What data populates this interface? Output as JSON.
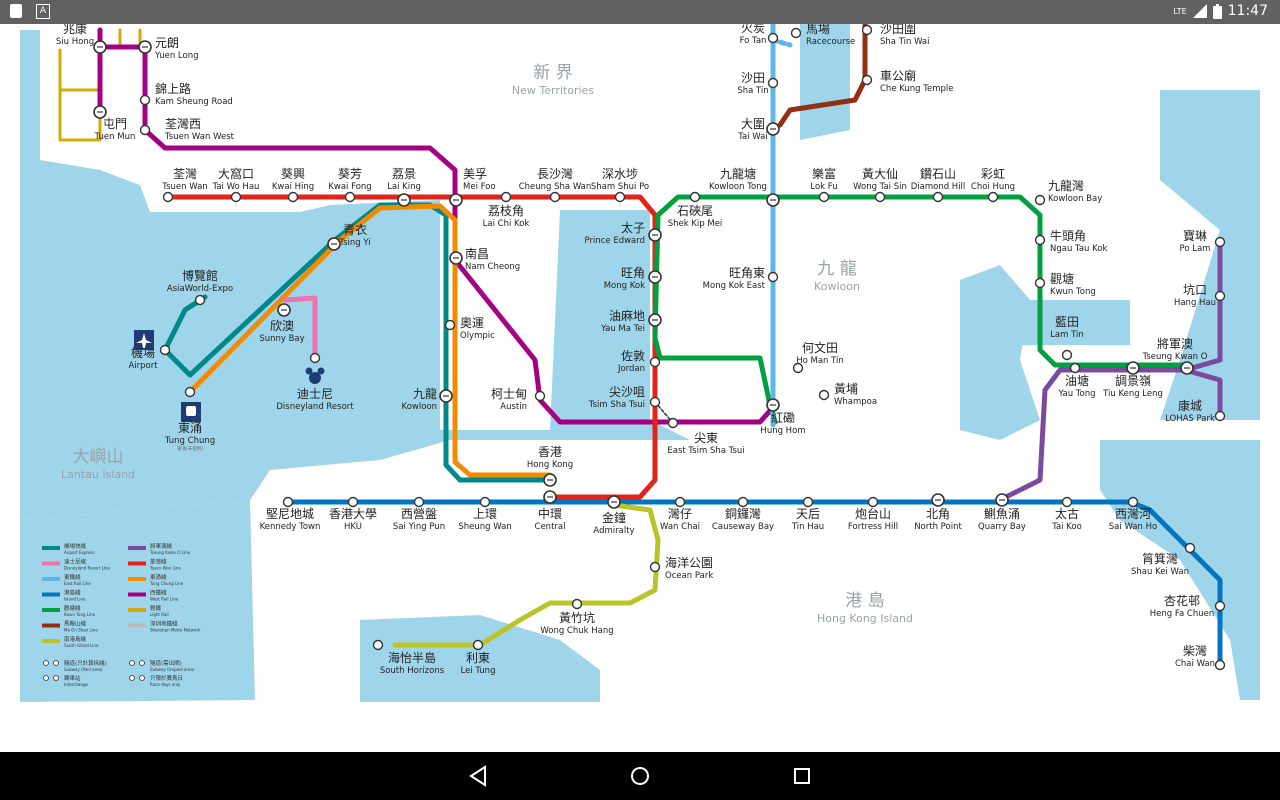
{
  "status_bar": {
    "time": "11:47",
    "network": "LTE"
  },
  "colors": {
    "water": "#9fd5ea",
    "land": "#ffffff",
    "tsuen_wan": "#e2231a",
    "kwun_tong": "#00a040",
    "island": "#0075c2",
    "tsuen_wan_east_rail": "#5eb7e8",
    "tung_chung": "#f38b00",
    "airport": "#00888a",
    "disneyland": "#f173ac",
    "tseung_kwan_o": "#7d499d",
    "south_island": "#bac429",
    "ma_on_shan": "#923011",
    "light_rail": "#d3a809",
    "west_rail": "#a40084"
  },
  "regions": [
    {
      "zh": "新 界",
      "en": "New Territories"
    },
    {
      "zh": "九 龍",
      "en": "Kowloon"
    },
    {
      "zh": "港 島",
      "en": "Hong Kong Island"
    },
    {
      "zh": "大嶼山",
      "en": "Lantau Island"
    }
  ],
  "stations": [
    {
      "zh": "兆康",
      "en": "Siu Hong"
    },
    {
      "zh": "元朗",
      "en": "Yuen Long"
    },
    {
      "zh": "錦上路",
      "en": "Kam Sheung Road"
    },
    {
      "zh": "屯門",
      "en": "Tuen Mun"
    },
    {
      "zh": "荃灣西",
      "en": "Tsuen Wan West"
    },
    {
      "zh": "荃灣",
      "en": "Tsuen Wan"
    },
    {
      "zh": "大窩口",
      "en": "Tai Wo Hau"
    },
    {
      "zh": "葵興",
      "en": "Kwai Hing"
    },
    {
      "zh": "葵芳",
      "en": "Kwai Fong"
    },
    {
      "zh": "荔景",
      "en": "Lai King"
    },
    {
      "zh": "美孚",
      "en": "Mei Foo"
    },
    {
      "zh": "荔枝角",
      "en": "Lai Chi Kok"
    },
    {
      "zh": "長沙灣",
      "en": "Cheung Sha Wan"
    },
    {
      "zh": "深水埗",
      "en": "Sham Shui Po"
    },
    {
      "zh": "太子",
      "en": "Prince Edward"
    },
    {
      "zh": "旺角",
      "en": "Mong Kok"
    },
    {
      "zh": "油麻地",
      "en": "Yau Ma Tei"
    },
    {
      "zh": "佐敦",
      "en": "Jordan"
    },
    {
      "zh": "尖沙咀",
      "en": "Tsim Sha Tsui"
    },
    {
      "zh": "尖東",
      "en": "East Tsim Sha Tsui"
    },
    {
      "zh": "南昌",
      "en": "Nam Cheong"
    },
    {
      "zh": "奧運",
      "en": "Olympic"
    },
    {
      "zh": "九龍",
      "en": "Kowloon"
    },
    {
      "zh": "柯士甸",
      "en": "Austin"
    },
    {
      "zh": "青衣",
      "en": "Tsing Yi"
    },
    {
      "zh": "欣澳",
      "en": "Sunny Bay"
    },
    {
      "zh": "博覽館",
      "en": "AsiaWorld-Expo"
    },
    {
      "zh": "機場",
      "en": "Airport"
    },
    {
      "zh": "東涌",
      "en": "Tung Chung"
    },
    {
      "zh": "迪士尼",
      "en": "Disneyland Resort"
    },
    {
      "zh": "火炭",
      "en": "Fo Tan"
    },
    {
      "zh": "馬場",
      "en": "Racecourse"
    },
    {
      "zh": "沙田",
      "en": "Sha Tin"
    },
    {
      "zh": "大圍",
      "en": "Tai Wai"
    },
    {
      "zh": "沙田圍",
      "en": "Sha Tin Wai"
    },
    {
      "zh": "車公廟",
      "en": "Che Kung Temple"
    },
    {
      "zh": "旺角東",
      "en": "Mong Kok East"
    },
    {
      "zh": "紅磡",
      "en": "Hung Hom"
    },
    {
      "zh": "石硤尾",
      "en": "Shek Kip Mei"
    },
    {
      "zh": "九龍塘",
      "en": "Kowloon Tong"
    },
    {
      "zh": "樂富",
      "en": "Lok Fu"
    },
    {
      "zh": "黃大仙",
      "en": "Wong Tai Sin"
    },
    {
      "zh": "鑽石山",
      "en": "Diamond Hill"
    },
    {
      "zh": "彩虹",
      "en": "Choi Hung"
    },
    {
      "zh": "九龍灣",
      "en": "Kowloon Bay"
    },
    {
      "zh": "牛頭角",
      "en": "Ngau Tau Kok"
    },
    {
      "zh": "觀塘",
      "en": "Kwun Tong"
    },
    {
      "zh": "藍田",
      "en": "Lam Tin"
    },
    {
      "zh": "何文田",
      "en": "Ho Man Tin"
    },
    {
      "zh": "黃埔",
      "en": "Whampoa"
    },
    {
      "zh": "油塘",
      "en": "Yau Tong"
    },
    {
      "zh": "調景嶺",
      "en": "Tiu Keng Leng"
    },
    {
      "zh": "將軍澳",
      "en": "Tseung Kwan O"
    },
    {
      "zh": "寶琳",
      "en": "Po Lam"
    },
    {
      "zh": "坑口",
      "en": "Hang Hau"
    },
    {
      "zh": "康城",
      "en": "LOHAS Park"
    },
    {
      "zh": "香港",
      "en": "Hong Kong"
    },
    {
      "zh": "堅尼地城",
      "en": "Kennedy Town"
    },
    {
      "zh": "香港大學",
      "en": "HKU"
    },
    {
      "zh": "西營盤",
      "en": "Sai Ying Pun"
    },
    {
      "zh": "上環",
      "en": "Sheung Wan"
    },
    {
      "zh": "中環",
      "en": "Central"
    },
    {
      "zh": "金鐘",
      "en": "Admiralty"
    },
    {
      "zh": "灣仔",
      "en": "Wan Chai"
    },
    {
      "zh": "銅鑼灣",
      "en": "Causeway Bay"
    },
    {
      "zh": "天后",
      "en": "Tin Hau"
    },
    {
      "zh": "炮台山",
      "en": "Fortress Hill"
    },
    {
      "zh": "北角",
      "en": "North Point"
    },
    {
      "zh": "鰂魚涌",
      "en": "Quarry Bay"
    },
    {
      "zh": "太古",
      "en": "Tai Koo"
    },
    {
      "zh": "西灣河",
      "en": "Sai Wan Ho"
    },
    {
      "zh": "筲箕灣",
      "en": "Shau Kei Wan"
    },
    {
      "zh": "杏花邨",
      "en": "Heng Fa Chuen"
    },
    {
      "zh": "柴灣",
      "en": "Chai Wan"
    },
    {
      "zh": "海洋公園",
      "en": "Ocean Park"
    },
    {
      "zh": "黃竹坑",
      "en": "Wong Chuk Hang"
    },
    {
      "zh": "利東",
      "en": "Lei Tung"
    },
    {
      "zh": "海怡半島",
      "en": "South Horizons"
    }
  ],
  "legend": [
    {
      "zh": "機場快綫",
      "en": "Airport Express",
      "color": "#00888a"
    },
    {
      "zh": "將軍澳綫",
      "en": "Tseung Kwan O Line",
      "color": "#7d499d"
    },
    {
      "zh": "迪士尼綫",
      "en": "Disneyland Resort Line",
      "color": "#f173ac"
    },
    {
      "zh": "荃灣綫",
      "en": "Tsuen Wan Line",
      "color": "#e2231a"
    },
    {
      "zh": "東鐵綫",
      "en": "East Rail Line",
      "color": "#5eb7e8"
    },
    {
      "zh": "東涌綫",
      "en": "Tung Chung Line",
      "color": "#f38b00"
    },
    {
      "zh": "港島綫",
      "en": "Island Line",
      "color": "#0075c2"
    },
    {
      "zh": "西鐵綫",
      "en": "West Rail Line",
      "color": "#a40084"
    },
    {
      "zh": "觀塘綫",
      "en": "Kwun Tong Line",
      "color": "#00a040"
    },
    {
      "zh": "輕鐵",
      "en": "Light Rail",
      "color": "#d3a809"
    },
    {
      "zh": "馬鞍山綫",
      "en": "Ma On Shan Line",
      "color": "#923011"
    },
    {
      "zh": "深圳地鐵綫",
      "en": "Shenzhen Metro Network",
      "color": "#bbbbbb"
    },
    {
      "zh": "南港島綫",
      "en": "South Island Line",
      "color": "#bac429"
    }
  ],
  "legend_extra": [
    {
      "zh": "隧道(只計算拆綫)",
      "en": "Subway (Paid area)"
    },
    {
      "zh": "隧道(需出閘)",
      "en": "Subway (Unpaid area)"
    },
    {
      "zh": "轉車站",
      "en": "Interchange"
    },
    {
      "zh": "只限於賽馬日",
      "en": "Race days only"
    }
  ],
  "tung_chung_note": "東涌(未提供)",
  "nav": {
    "back": "back",
    "home": "home",
    "recents": "recents"
  }
}
